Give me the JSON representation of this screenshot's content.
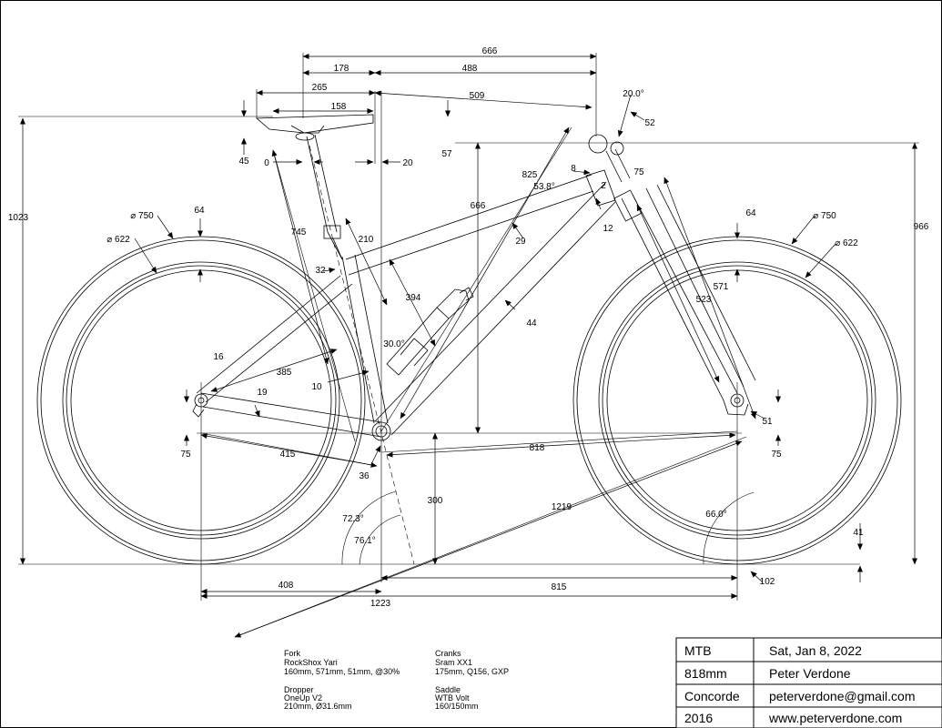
{
  "dimensions": {
    "d666_top": "666",
    "d178": "178",
    "d488": "488",
    "d265": "265",
    "d509": "509",
    "d158": "158",
    "d20deg": "20.0°",
    "d52": "52",
    "d57": "57",
    "d45": "45",
    "d0": "0",
    "d20": "20",
    "d1023": "1023",
    "d966": "966",
    "d825": "825",
    "d8": "8",
    "d75_head": "75",
    "d2": "2",
    "d538": "53.8°",
    "d666_left": "666",
    "d745": "745",
    "d210": "210",
    "d29": "29",
    "d12": "12",
    "d64_left": "64",
    "d750_left": "⌀ 750",
    "d622_left": "⌀ 622",
    "d64_right": "64",
    "d750_right": "⌀ 750",
    "d622_right": "⌀ 622",
    "d32": "32",
    "d394": "394",
    "d571": "571",
    "d523": "523",
    "d44": "44",
    "d30deg": "30.0°",
    "d16": "16",
    "d385": "385",
    "d10": "10",
    "d19": "19",
    "d75_left": "75",
    "d415": "415",
    "d36": "36",
    "d818": "818",
    "d75_right": "75",
    "d51": "51",
    "d300": "300",
    "d1219": "1219",
    "d723": "72.3°",
    "d761": "76.1°",
    "d660": "66.0°",
    "d41": "41",
    "d102": "102",
    "d408": "408",
    "d815": "815",
    "d1223": "1223"
  },
  "specs": {
    "fork_title": "Fork",
    "fork_model": "RockShox Yari",
    "fork_detail": "160mm, 571mm, 51mm, @30%",
    "dropper_title": "Dropper",
    "dropper_model": "OneUp V2",
    "dropper_detail": "210mm, Ø31.6mm",
    "cranks_title": "Cranks",
    "cranks_model": "Sram XX1",
    "cranks_detail": "175mm, Q156, GXP",
    "saddle_title": "Saddle",
    "saddle_model": "WTB Volt",
    "saddle_detail": "160/150mm"
  },
  "title_block": {
    "r1c1": "MTB",
    "r1c2": "Sat, Jan 8, 2022",
    "r2c1": "818mm",
    "r2c2": "Peter Verdone",
    "r3c1": "Concorde",
    "r3c2": "peterverdone@gmail.com",
    "r4c1": "2016",
    "r4c2": "www.peterverdone.com"
  }
}
